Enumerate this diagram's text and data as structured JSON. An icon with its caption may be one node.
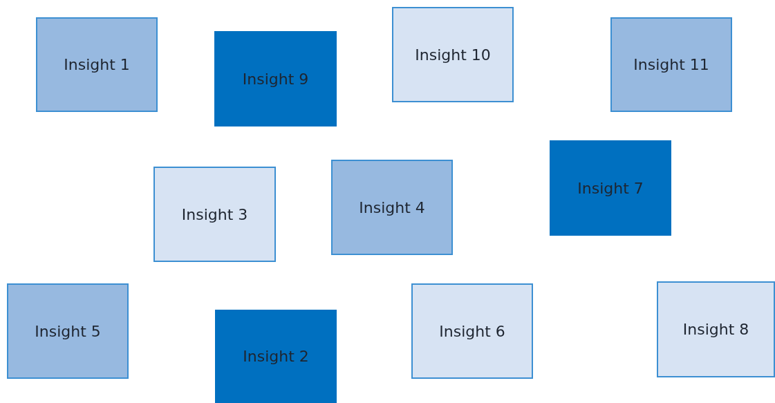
{
  "diagram": {
    "nodes": [
      {
        "text": [
          "Insight 1"
        ]
      },
      {
        "text": [
          "Insight 9"
        ]
      },
      {
        "text": [
          "Insight 10"
        ]
      },
      {
        "text": [
          "Insight 11"
        ]
      },
      {
        "text": [
          "Insight 3"
        ]
      },
      {
        "text": [
          "Insight 4"
        ]
      },
      {
        "text": [
          "Insight 7"
        ]
      },
      {
        "text": [
          "Insight 5"
        ]
      },
      {
        "text": [
          "Insight 2"
        ]
      },
      {
        "text": [
          "Insight 6"
        ]
      },
      {
        "text": [
          "Insight 8"
        ]
      }
    ]
  }
}
